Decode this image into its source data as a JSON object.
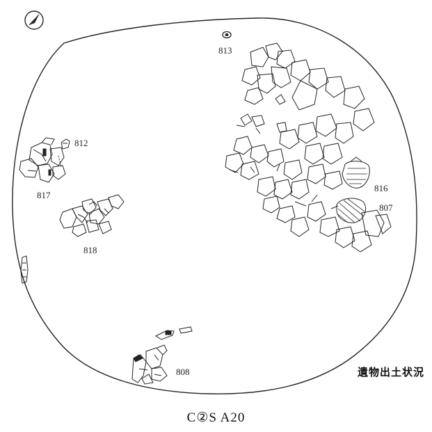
{
  "figure": {
    "caption": "遺物出土状況",
    "site_id": "C②S A20"
  },
  "north_arrow": {
    "icon": "north-arrow-icon"
  },
  "artifact_labels": {
    "a813": "813",
    "a812": "812",
    "a817": "817",
    "a818": "818",
    "a816": "816",
    "a807": "807",
    "a808": "808"
  }
}
